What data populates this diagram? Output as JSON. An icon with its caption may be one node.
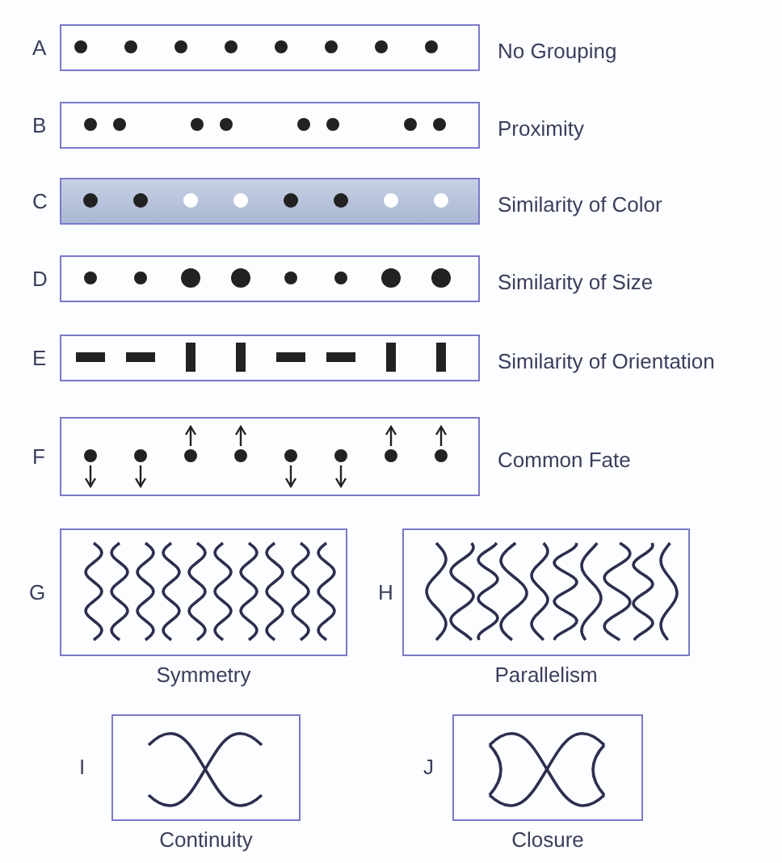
{
  "diagram": {
    "nodes": [
      {
        "text": [
          "A",
          "No Grouping"
        ]
      },
      {
        "text": [
          "B",
          "Proximity"
        ]
      },
      {
        "text": [
          "C",
          "Similarity of Color"
        ]
      },
      {
        "text": [
          "D",
          "Similarity of Size"
        ]
      },
      {
        "text": [
          "E",
          "Similarity of Orientation"
        ]
      },
      {
        "text": [
          "F",
          "Common Fate"
        ]
      },
      {
        "text": [
          "G",
          "Symmetry"
        ]
      },
      {
        "text": [
          "H",
          "Parallelism"
        ]
      },
      {
        "text": [
          "I",
          "Continuity"
        ]
      },
      {
        "text": [
          "J",
          "Closure"
        ]
      }
    ],
    "edges": []
  }
}
